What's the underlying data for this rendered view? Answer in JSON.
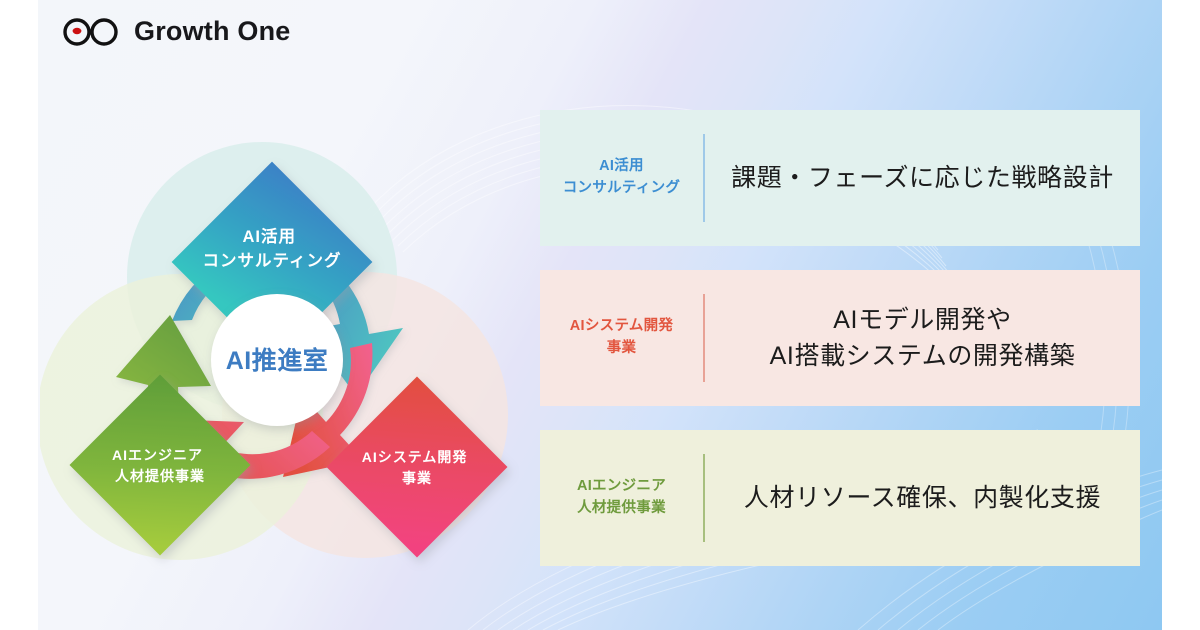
{
  "brand": {
    "name": "Growth One",
    "logo_icon": "infinity-logo-icon",
    "logo_dot_color": "#cc1111",
    "logo_text_color": "#18181b"
  },
  "diagram": {
    "center_label": "AI推進室",
    "center_label_color": "#3d7cc2",
    "nodes": [
      {
        "id": "consulting",
        "title_line1": "AI活用",
        "title_line2": "コンサルティング",
        "color_from": "#3d8ec9",
        "color_to": "#35c3bf",
        "halo_color": "#dcf0ef"
      },
      {
        "id": "system-dev",
        "title_line1": "AIシステム開発",
        "title_line2": "事業",
        "color_from": "#e2503f",
        "color_to": "#f0477f",
        "halo_color": "#f6e6e2"
      },
      {
        "id": "engineer-staffing",
        "title_line1": "AIエンジニア",
        "title_line2": "人材提供事業",
        "color_from": "#61a03a",
        "color_to": "#a1c93c",
        "halo_color": "#ecf1dc"
      }
    ],
    "arrows": [
      {
        "id": "arrow-blue-to-pink",
        "color_from": "#4a86c4",
        "color_to": "#4fc2c0"
      },
      {
        "id": "arrow-pink-to-green",
        "color_from": "#e2503f",
        "color_to": "#f2618e"
      },
      {
        "id": "arrow-green-to-blue",
        "color_from": "#6ca341",
        "color_to": "#9ec63f"
      }
    ]
  },
  "panels": [
    {
      "label_line1": "AI活用",
      "label_line2": "コンサルティング",
      "description_line1": "課題・フェーズに応じた戦略設計",
      "description_line2": "",
      "background": "#e2f1ee",
      "label_color": "#3c8ed2",
      "divider_color": "#9fc9e8"
    },
    {
      "label_line1": "AIシステム開発",
      "label_line2": "事業",
      "description_line1": "AIモデル開発や",
      "description_line2": "AI搭載システムの開発構築",
      "background": "#f8e7e3",
      "label_color": "#e2563f",
      "divider_color": "#e8a296"
    },
    {
      "label_line1": "AIエンジニア",
      "label_line2": "人材提供事業",
      "description_line1": "人材リソース確保、内製化支援",
      "description_line2": "",
      "background": "#eff0dc",
      "label_color": "#6f9b3d",
      "divider_color": "#a7bf7e"
    }
  ]
}
